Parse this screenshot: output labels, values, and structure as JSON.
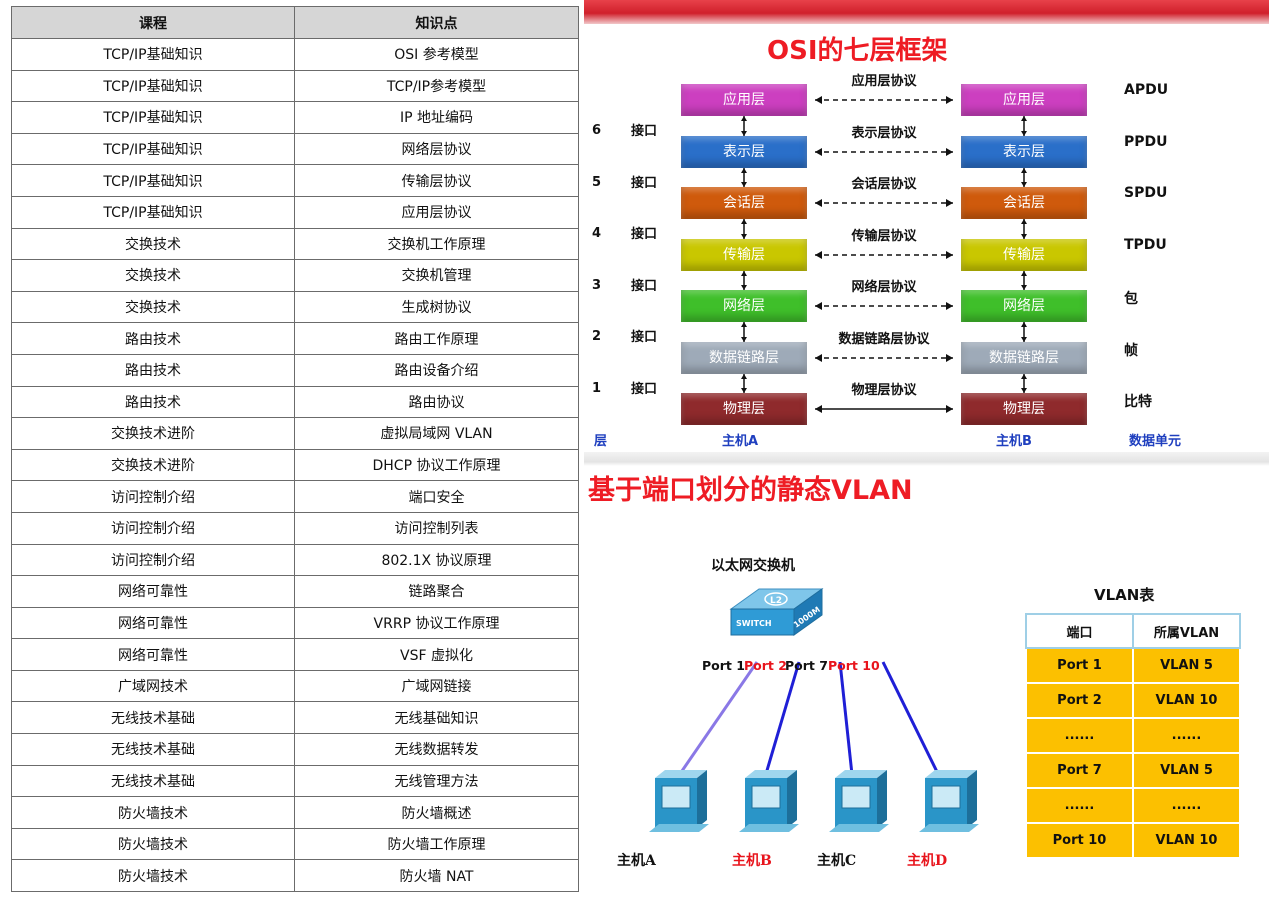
{
  "course_table": {
    "headers": [
      "课程",
      "知识点"
    ],
    "rows": [
      [
        "TCP/IP基础知识",
        "OSI 参考模型"
      ],
      [
        "TCP/IP基础知识",
        "TCP/IP参考模型"
      ],
      [
        "TCP/IP基础知识",
        "IP 地址编码"
      ],
      [
        "TCP/IP基础知识",
        "网络层协议"
      ],
      [
        "TCP/IP基础知识",
        "传输层协议"
      ],
      [
        "TCP/IP基础知识",
        "应用层协议"
      ],
      [
        "交换技术",
        "交换机工作原理"
      ],
      [
        "交换技术",
        "交换机管理"
      ],
      [
        "交换技术",
        "生成树协议"
      ],
      [
        "路由技术",
        "路由工作原理"
      ],
      [
        "路由技术",
        "路由设备介绍"
      ],
      [
        "路由技术",
        "路由协议"
      ],
      [
        "交换技术进阶",
        "虚拟局域网 VLAN"
      ],
      [
        "交换技术进阶",
        "DHCP 协议工作原理"
      ],
      [
        "访问控制介绍",
        "端口安全"
      ],
      [
        "访问控制介绍",
        "访问控制列表"
      ],
      [
        "访问控制介绍",
        "802.1X 协议原理"
      ],
      [
        "网络可靠性",
        "链路聚合"
      ],
      [
        "网络可靠性",
        "VRRP 协议工作原理"
      ],
      [
        "网络可靠性",
        "VSF 虚拟化"
      ],
      [
        "广域网技术",
        "广域网链接"
      ],
      [
        "无线技术基础",
        "无线基础知识"
      ],
      [
        "无线技术基础",
        "无线数据转发"
      ],
      [
        "无线技术基础",
        "无线管理方法"
      ],
      [
        "防火墙技术",
        "防火墙概述"
      ],
      [
        "防火墙技术",
        "防火墙工作原理"
      ],
      [
        "防火墙技术",
        "防火墙 NAT"
      ]
    ]
  },
  "osi_slide": {
    "title": "OSI的七层框架",
    "layers": [
      {
        "name": "应用层",
        "protocol": "应用层协议",
        "unit": "APDU",
        "color": "#cc3fc0"
      },
      {
        "name": "表示层",
        "protocol": "表示层协议",
        "unit": "PPDU",
        "color": "#2a6fc9"
      },
      {
        "name": "会话层",
        "protocol": "会话层协议",
        "unit": "SPDU",
        "color": "#cf5a0c"
      },
      {
        "name": "传输层",
        "protocol": "传输层协议",
        "unit": "TPDU",
        "color": "#c9c700"
      },
      {
        "name": "网络层",
        "protocol": "网络层协议",
        "unit": "包",
        "color": "#3fbf2a"
      },
      {
        "name": "数据链路层",
        "protocol": "数据链路层协议",
        "unit": "帧",
        "color": "#9eaab8"
      },
      {
        "name": "物理层",
        "protocol": "物理层协议",
        "unit": "比特",
        "color": "#8f2a2c"
      }
    ],
    "interfaces": [
      {
        "num": "6",
        "label": "接口"
      },
      {
        "num": "5",
        "label": "接口"
      },
      {
        "num": "4",
        "label": "接口"
      },
      {
        "num": "3",
        "label": "接口"
      },
      {
        "num": "2",
        "label": "接口"
      },
      {
        "num": "1",
        "label": "接口"
      }
    ],
    "footer": {
      "layer": "层",
      "host_a": "主机A",
      "host_b": "主机B",
      "unit": "数据单元"
    }
  },
  "vlan_slide": {
    "title": "基于端口划分的静态VLAN",
    "switch_label": "以太网交换机",
    "switch_icon_text": {
      "l2": "L2",
      "switch": "SWITCH",
      "speed": "1000M"
    },
    "ports": [
      {
        "name": "Port 1",
        "color": "#111111"
      },
      {
        "name": "Port 2",
        "color": "#e8141c"
      },
      {
        "name": "Port 7",
        "color": "#111111"
      },
      {
        "name": "Port 10",
        "color": "#e8141c"
      }
    ],
    "hosts": [
      {
        "name": "主机A",
        "color": "#111111"
      },
      {
        "name": "主机B",
        "color": "#e8141c"
      },
      {
        "name": "主机C",
        "color": "#111111"
      },
      {
        "name": "主机D",
        "color": "#e8141c"
      }
    ],
    "table_title": "VLAN表",
    "table_headers": [
      "端口",
      "所属VLAN"
    ],
    "table_rows": [
      [
        "Port 1",
        "VLAN 5"
      ],
      [
        "Port 2",
        "VLAN 10"
      ],
      [
        "......",
        "......"
      ],
      [
        "Port 7",
        "VLAN 5"
      ],
      [
        "......",
        "......"
      ],
      [
        "Port 10",
        "VLAN 10"
      ]
    ],
    "colors": {
      "table_fill": "#fcc000",
      "link_a": "#8a78e6",
      "link_other": "#1f1fd6"
    }
  }
}
